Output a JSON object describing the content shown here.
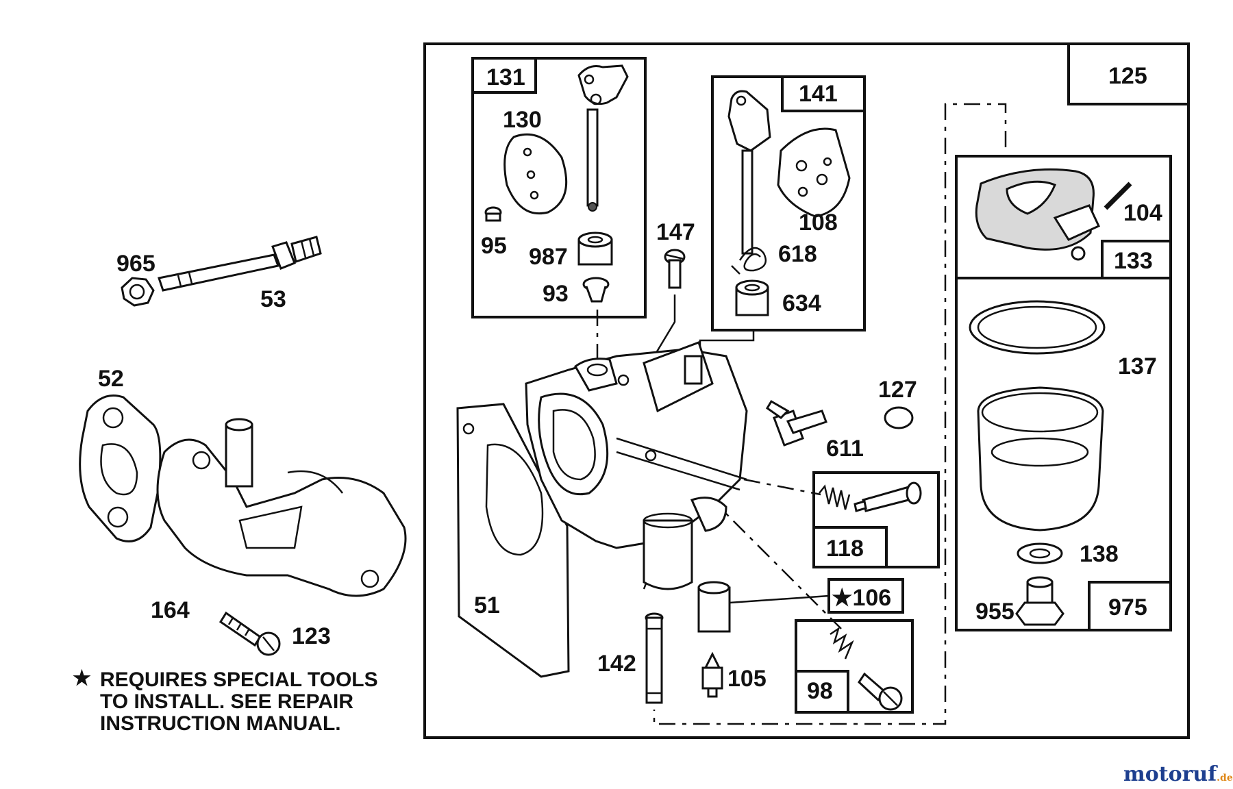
{
  "callouts": {
    "c965": "965",
    "c53": "53",
    "c52": "52",
    "c164": "164",
    "c123": "123",
    "c51": "51",
    "c142": "142",
    "c105": "105",
    "c147": "147",
    "c131": "131",
    "c130": "130",
    "c95": "95",
    "c987": "987",
    "c93": "93",
    "c141": "141",
    "c108": "108",
    "c618": "618",
    "c634": "634",
    "c125": "125",
    "c104": "104",
    "c133": "133",
    "c137": "137",
    "c138": "138",
    "c955": "955",
    "c975": "975",
    "c127": "127",
    "c611": "611",
    "c118": "118",
    "c106": "★106",
    "c98": "98"
  },
  "note": {
    "star": "★",
    "line1": "REQUIRES SPECIAL TOOLS",
    "line2": "TO INSTALL.  SEE REPAIR",
    "line3": "INSTRUCTION MANUAL."
  },
  "watermark": {
    "brand": "motoruf",
    "suffix": ".de",
    "brand_color": "#1e3f8f",
    "accent_color": "#e08a1c"
  }
}
